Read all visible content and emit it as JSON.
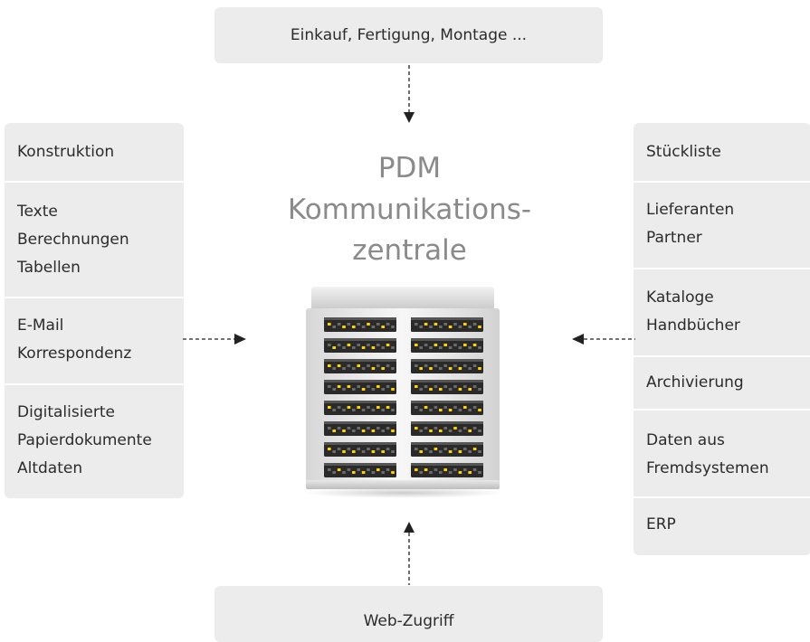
{
  "top": {
    "label": "Einkauf, Fertigung, Montage ..."
  },
  "bottom": {
    "label": "Web-Zugriff"
  },
  "center": {
    "title_line1": "PDM",
    "title_line2": "Kommunikations-",
    "title_line3": "zentrale",
    "server_icon": "server-rack-icon"
  },
  "left_items": [
    {
      "lines": [
        "Konstruktion"
      ]
    },
    {
      "lines": [
        "Texte",
        "Berechnungen",
        "Tabellen"
      ]
    },
    {
      "lines": [
        "E-Mail",
        "Korrespondenz"
      ]
    },
    {
      "lines": [
        "Digitalisierte",
        "Papierdokumente",
        "Altdaten"
      ]
    }
  ],
  "right_items": [
    {
      "lines": [
        "Stückliste"
      ]
    },
    {
      "lines": [
        "Lieferanten",
        "Partner"
      ]
    },
    {
      "lines": [
        "Kataloge",
        "Handbücher"
      ]
    },
    {
      "lines": [
        "Archivierung"
      ]
    },
    {
      "lines": [
        "Daten aus",
        "Fremdsystemen"
      ]
    },
    {
      "lines": [
        "ERP"
      ]
    }
  ],
  "colors": {
    "box_fill": "#ececec",
    "title_text": "#8a8a8a",
    "arrow": "#222222",
    "server_led": "#ffd200"
  }
}
